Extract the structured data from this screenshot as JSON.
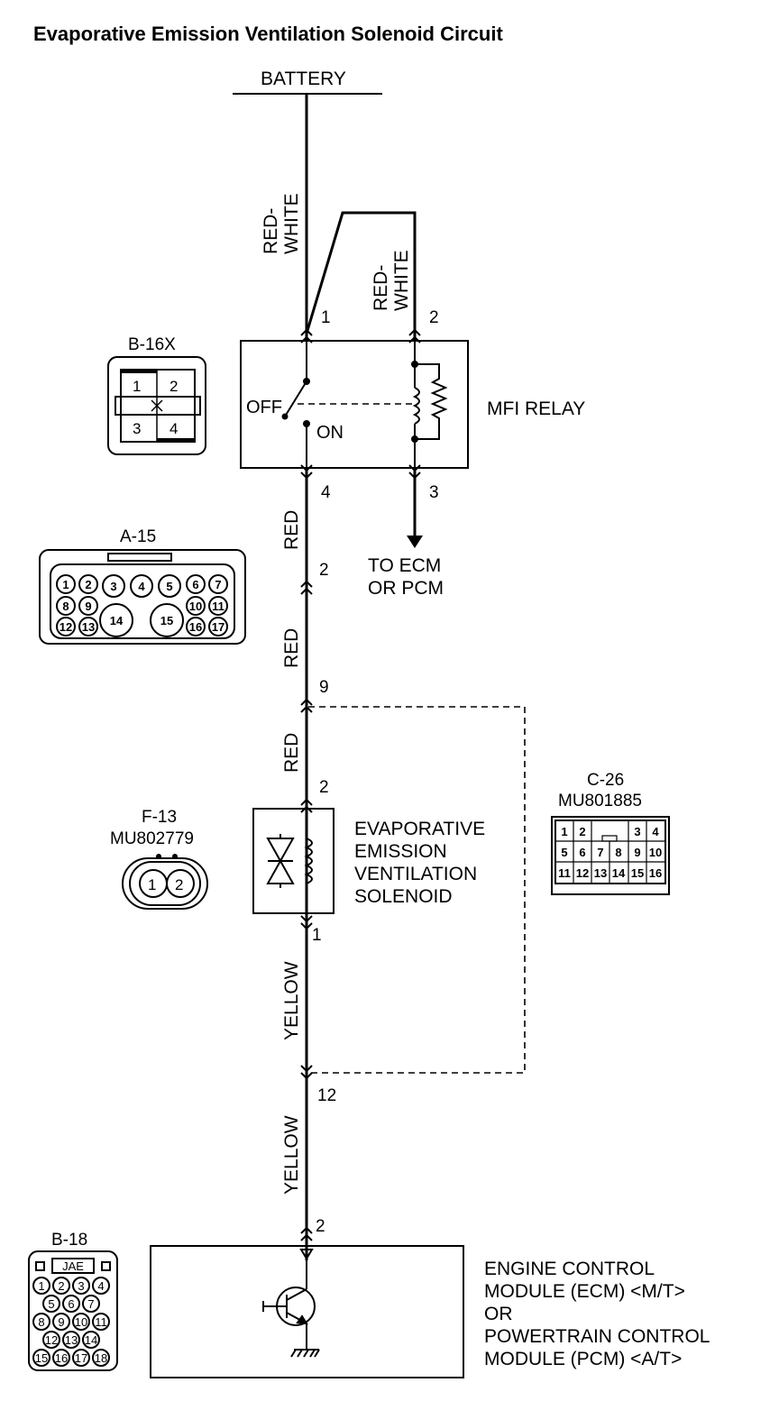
{
  "title": "Evaporative Emission Ventilation Solenoid Circuit",
  "battery": "BATTERY",
  "wires": {
    "red_white": [
      "RED-",
      "WHITE"
    ],
    "red": "RED",
    "yellow": "YELLOW"
  },
  "relay": {
    "name": "MFI RELAY",
    "off": "OFF",
    "on": "ON",
    "pins": {
      "p1": "1",
      "p2": "2",
      "p3": "3",
      "p4": "4"
    }
  },
  "to_ecm": [
    "TO ECM",
    "OR PCM"
  ],
  "junctions": {
    "a15_pin": "2",
    "a15_pin9": "9",
    "sol_top": "2",
    "sol_bottom": "1",
    "c26_pin": "12",
    "ecm_pin": "2"
  },
  "solenoid": [
    "EVAPORATIVE",
    "EMISSION",
    "VENTILATION",
    "SOLENOID"
  ],
  "ecm": [
    "ENGINE CONTROL",
    "MODULE (ECM) <M/T>",
    "OR",
    "POWERTRAIN CONTROL",
    "MODULE (PCM) <A/T>"
  ],
  "connectors": {
    "b16x": {
      "name": "B-16X",
      "cells": [
        "1",
        "2",
        "3",
        "4"
      ]
    },
    "a15": {
      "name": "A-15",
      "cells": [
        "1",
        "2",
        "3",
        "4",
        "5",
        "6",
        "7",
        "8",
        "9",
        "10",
        "11",
        "12",
        "13",
        "14",
        "15",
        "16",
        "17"
      ]
    },
    "f13": {
      "name": "F-13",
      "part": "MU802779",
      "cells": [
        "1",
        "2"
      ]
    },
    "c26": {
      "name": "C-26",
      "part": "MU801885",
      "cells": [
        "1",
        "2",
        "3",
        "4",
        "5",
        "6",
        "7",
        "8",
        "9",
        "10",
        "11",
        "12",
        "13",
        "14",
        "15",
        "16"
      ]
    },
    "b18": {
      "name": "B-18",
      "brand": "JAE",
      "cells": [
        "1",
        "2",
        "3",
        "4",
        "5",
        "6",
        "7",
        "8",
        "9",
        "10",
        "11",
        "12",
        "13",
        "14",
        "15",
        "16",
        "17",
        "18"
      ]
    }
  }
}
